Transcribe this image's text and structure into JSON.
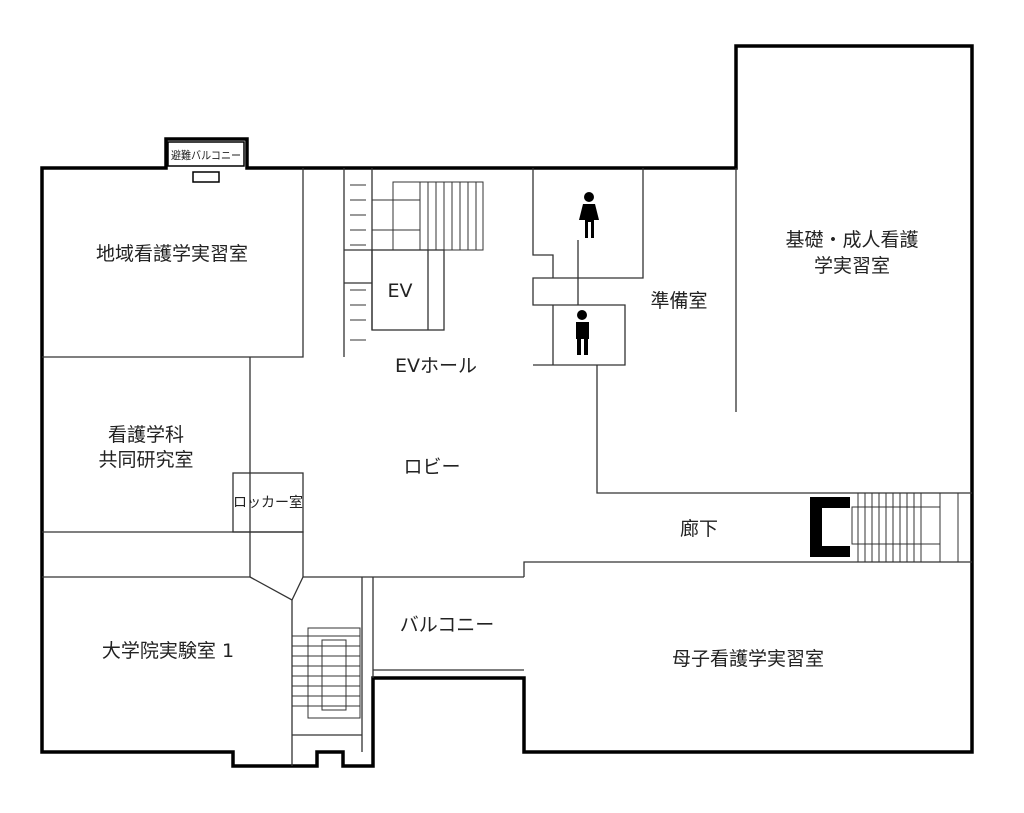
{
  "rooms": {
    "regional_nursing_lab": "地域看護学実習室",
    "nursing_dept_research": [
      "看護学科",
      "共同研究室"
    ],
    "grad_lab_1": "大学院実験室 1",
    "ev": "EV",
    "ev_hall": "EVホール",
    "prep_room": "準備室",
    "fundamental_adult_lab": [
      "基礎・成人看護",
      "学実習室"
    ],
    "lobby": "ロビー",
    "locker_room": "ロッカー室",
    "corridor": "廊下",
    "balcony": "バルコニー",
    "maternal_child_lab": "母子看護学実習室",
    "evacuation_balcony": "避難バルコニー"
  },
  "icons": {
    "female_restroom": "female-restroom-icon",
    "male_restroom": "male-restroom-icon"
  },
  "colors": {
    "wall": "#000000",
    "background": "#ffffff"
  }
}
